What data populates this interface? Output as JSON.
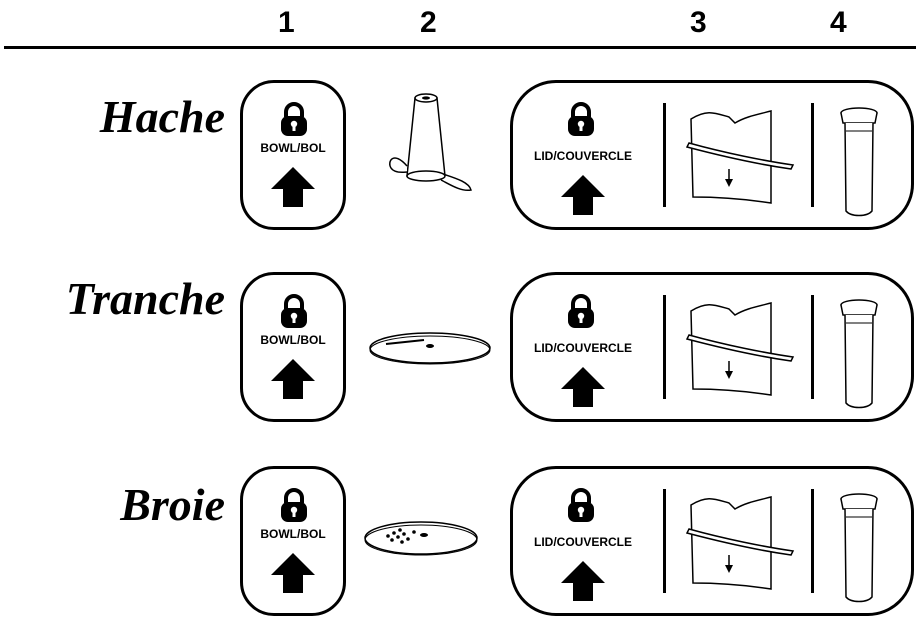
{
  "header": {
    "partial_title": "",
    "columns": [
      "1",
      "2",
      "3",
      "4"
    ]
  },
  "rows": [
    {
      "mode": "Hache",
      "bowl_label": "BOWL/BOL",
      "lid_label": "LID/COUVERCLE",
      "blade_icon": "chopping-blade-icon"
    },
    {
      "mode": "Tranche",
      "bowl_label": "BOWL/BOL",
      "lid_label": "LID/COUVERCLE",
      "blade_icon": "slicing-disc-icon"
    },
    {
      "mode": "Broie",
      "bowl_label": "BOWL/BOL",
      "lid_label": "LID/COUVERCLE",
      "blade_icon": "shredding-disc-icon"
    }
  ]
}
